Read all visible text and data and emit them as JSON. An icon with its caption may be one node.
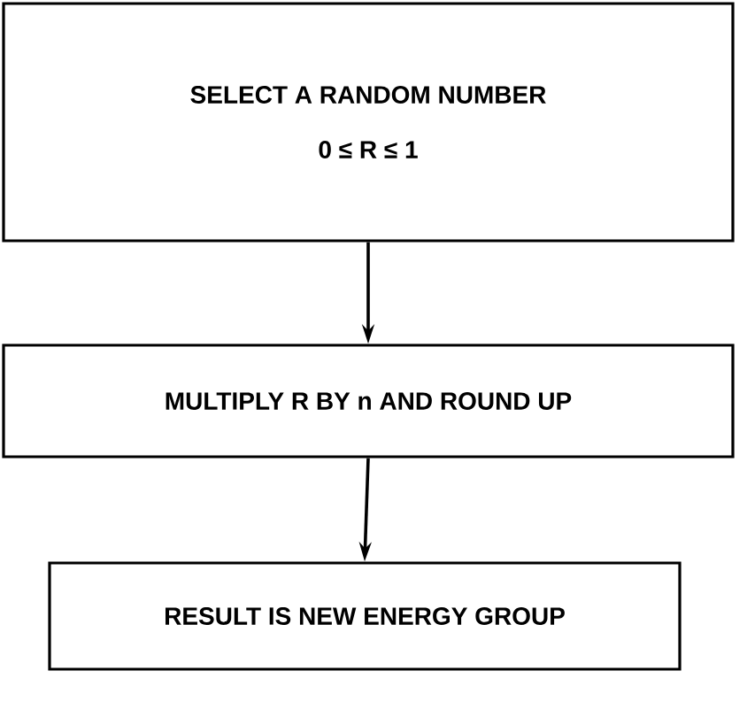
{
  "diagram": {
    "nodes": [
      {
        "text": [
          "SELECT A RANDOM NUMBER",
          "0 ≤ R ≤ 1"
        ]
      },
      {
        "text": [
          "MULTIPLY R BY n AND ROUND UP"
        ]
      },
      {
        "text": [
          "RESULT IS NEW ENERGY GROUP"
        ]
      }
    ],
    "edges": [
      {
        "from": 0,
        "to": 1,
        "arrow": "to"
      },
      {
        "from": 1,
        "to": 2,
        "arrow": "to"
      }
    ]
  }
}
